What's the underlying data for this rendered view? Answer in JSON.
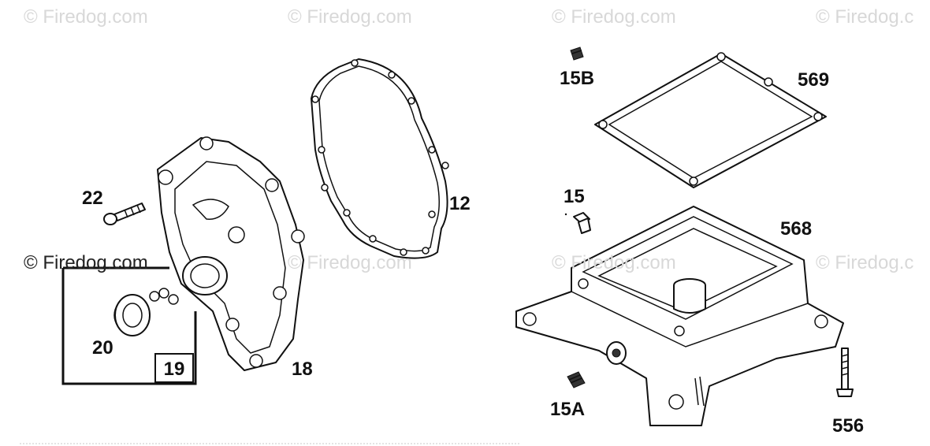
{
  "watermarks": {
    "top": [
      "© Firedog.com",
      "© Firedog.com",
      "© Firedog.com",
      "© Firedog.c"
    ],
    "middle": [
      "© Firedog.com",
      "© Firedog.com",
      "© Firedog.com",
      "© Firedog.c"
    ]
  },
  "callouts": {
    "p22": "22",
    "p12": "12",
    "p20": "20",
    "p19": "19",
    "p18": "18",
    "p15B": "15B",
    "p569": "569",
    "p15": "15",
    "p568": "568",
    "p15A": "15A",
    "p556": "556"
  }
}
